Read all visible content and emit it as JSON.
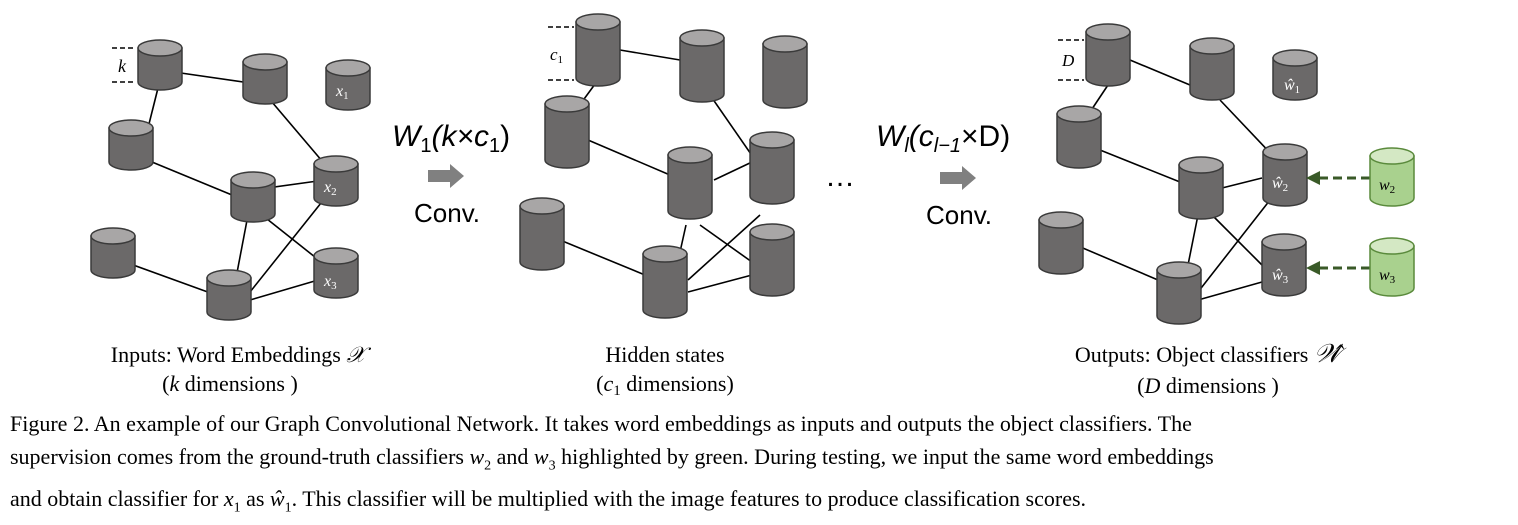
{
  "panels": [
    {
      "label_line1": "Inputs: Word Embeddings",
      "label_symbol": "𝒳",
      "label_line2_sym": "k",
      "label_line2": " dimensions )",
      "label_line2_pre": "(",
      "dim_marker": "k",
      "node_labels": [
        "x",
        "1",
        "x",
        "2",
        "x",
        "3"
      ]
    },
    {
      "label_line1": "Hidden states",
      "label_line2_pre": "(",
      "label_line2_sym": "c",
      "label_line2_sub": "1",
      "label_line2": " dimensions)",
      "dim_marker": "c",
      "dim_marker_sub": "1"
    },
    {
      "label_line1": "Outputs: Object classifiers",
      "label_symbol": "𝒲̂",
      "label_line2_pre": "(",
      "label_line2_sym": "D",
      "label_line2": " dimensions )",
      "dim_marker": "D",
      "node_labels": [
        "ŵ",
        "1",
        "ŵ",
        "2",
        "ŵ",
        "3"
      ],
      "gt_labels": [
        "w",
        "2",
        "w",
        "3"
      ]
    }
  ],
  "conv1": {
    "weight": "W",
    "weight_sub": "1",
    "args": "(k×c",
    "args_sub": "1",
    "args_end": ")",
    "op": "Conv."
  },
  "ellipsis": "…",
  "conv2": {
    "weight": "W",
    "weight_sub": "l",
    "args": "(c",
    "args_sub": "l−1",
    "args_end": "×D)",
    "op": "Conv."
  },
  "caption": {
    "line1": "Figure 2. An example of our Graph Convolutional Network. It takes word embeddings as inputs and outputs the object classifiers. The",
    "line2a": "supervision comes from the ground-truth classifiers ",
    "w2": "w",
    "w2sub": "2",
    "and": " and ",
    "w3": "w",
    "w3sub": "3",
    "line2b": " highlighted by green. During testing, we input the same word embeddings",
    "line3a": "and obtain classifier for ",
    "x1": "x",
    "x1sub": "1",
    "as": " as ",
    "w1hat": "ŵ",
    "w1sub": "1",
    "line3b": ". This classifier will be multiplied with the image features to produce classification scores."
  },
  "colors": {
    "node_body": "#6b6969",
    "node_top": "#a8a6a6",
    "gt_body": "#a9d18e",
    "gt_top": "#d4e8c4",
    "arrow_gray": "#808080",
    "arrow_green": "#3a5a28"
  }
}
